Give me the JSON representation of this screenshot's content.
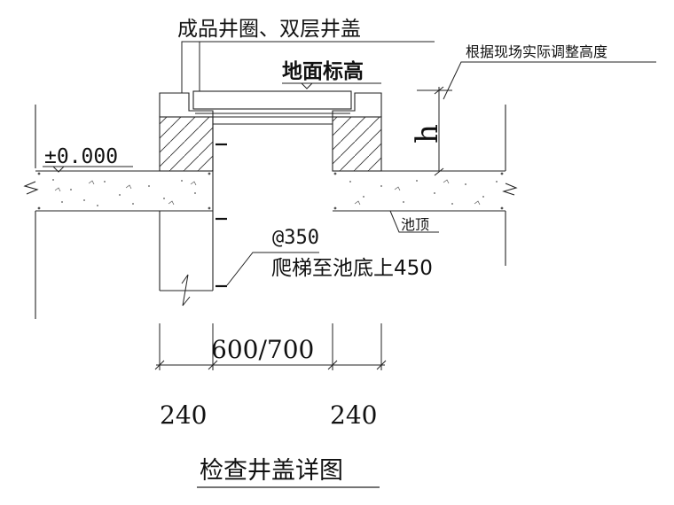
{
  "labels": {
    "top_callout": "成品井圈、双层井盖",
    "right_callout": "根据现场实际调整高度",
    "ground_level": "地面标高",
    "zero_level": "±0.000",
    "h_symbol": "h",
    "pool_top": "池顶",
    "ladder_spacing": "@350",
    "ladder_note": "爬梯至池底上450",
    "opening_dim": "600/700",
    "wall_dim_left": "240",
    "wall_dim_right": "240",
    "title": "检查井盖详图"
  }
}
